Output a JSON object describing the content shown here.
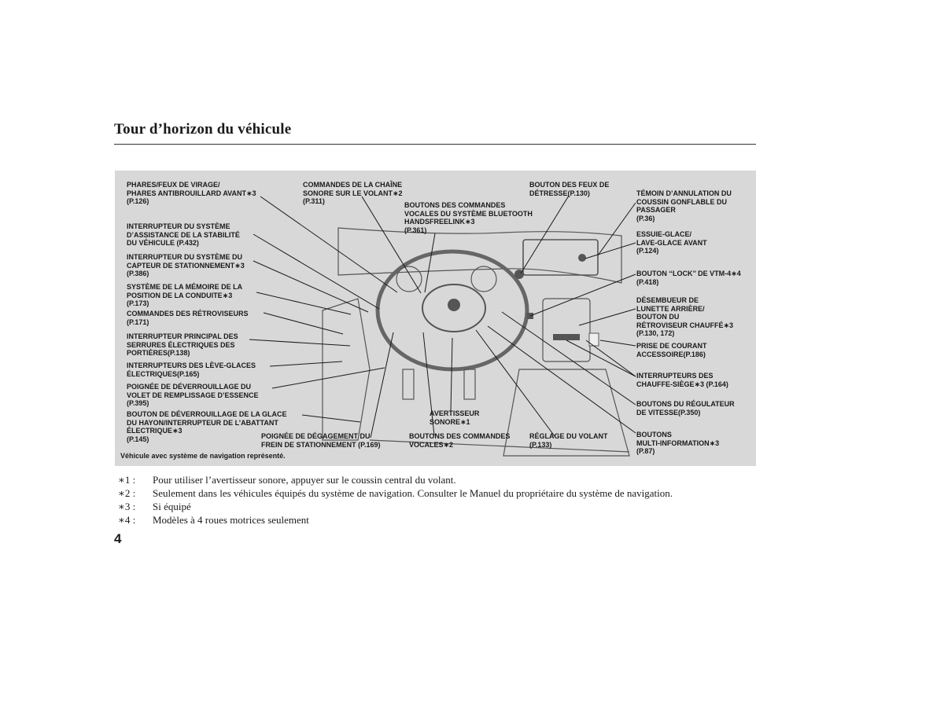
{
  "page": {
    "title": "Tour d’horizon du véhicule",
    "page_number": "4",
    "caption": "Véhicule avec système de navigation représenté."
  },
  "labels": [
    "PHARES/FEUX DE VIRAGE/\nPHARES ANTIBROUILLARD AVANT∗3\n(P.126)",
    "COMMANDES DE LA CHAÎNE\nSONORE SUR LE VOLANT∗2\n(P.311)",
    "BOUTONS DES COMMANDES\nVOCALES DU SYSTÈME BLUETOOTH\nHANDSFREELINK∗3\n(P.361)",
    "BOUTON DES FEUX DE\nDÉTRESSE(P.130)",
    "TÉMOIN D’ANNULATION DU\nCOUSSIN GONFLABLE DU\nPASSAGER\n(P.36)",
    "ESSUIE-GLACE/\nLAVE-GLACE AVANT\n(P.124)",
    "BOUTON ‘‘LOCK’’ DE VTM-4∗4\n(P.418)",
    "DÉSEMBUEUR DE\nLUNETTE ARRIÈRE/\nBOUTON DU\nRÉTROVISEUR CHAUFFÉ∗3\n(P.130, 172)",
    "PRISE DE COURANT\nACCESSOIRE(P.186)",
    "INTERRUPTEURS DES\nCHAUFFE-SIÈGE∗3 (P.164)",
    "BOUTONS DU RÉGULATEUR\nDE VITESSE(P.350)",
    "BOUTONS\nMULTI-INFORMATION∗3\n(P.87)",
    "RÉGLAGE DU VOLANT\n(P.133)",
    "BOUTONS DES COMMANDES\nVOCALES∗2",
    "AVERTISSEUR\nSONORE∗1",
    "POIGNÉE DE DÉGAGEMENT DU\nFREIN DE STATIONNEMENT (P.169)",
    "INTERRUPTEUR DU SYSTÈME\nD’ASSISTANCE DE LA STABILITÉ\nDU VÉHICULE (P.432)",
    "INTERRUPTEUR DU SYSTÈME DU\nCAPTEUR DE STATIONNEMENT∗3\n(P.386)",
    "SYSTÈME DE LA MÉMOIRE DE LA\nPOSITION DE LA CONDUITE∗3\n(P.173)",
    "COMMANDES DES RÉTROVISEURS\n(P.171)",
    "INTERRUPTEUR PRINCIPAL DES\nSERRURES ÉLECTRIQUES DES\nPORTIÈRES(P.138)",
    "INTERRUPTEURS DES LÈVE-GLACES\nÉLECTRIQUES(P.165)",
    "POIGNÉE DE DÉVERROUILLAGE DU\nVOLET DE REMPLISSAGE D’ESSENCE\n(P.395)",
    "BOUTON DE DÉVERROUILLAGE DE LA GLACE\nDU HAYON/INTERRUPTEUR DE L’ABATTANT\nÉLECTRIQUE∗3\n(P.145)"
  ],
  "footnotes": [
    {
      "mark": "∗1 :",
      "text": "Pour utiliser l’avertisseur sonore, appuyer sur le coussin central du volant."
    },
    {
      "mark": "∗2 :",
      "text": "Seulement dans les véhicules équipés du système de navigation. Consulter le Manuel du propriétaire du système de navigation."
    },
    {
      "mark": "∗3 :",
      "text": "Si équipé"
    },
    {
      "mark": "∗4 :",
      "text": "Modèles à 4 roues motrices seulement"
    }
  ],
  "colors": {
    "panel": "#d8d8d8",
    "text": "#1a1a1a"
  }
}
